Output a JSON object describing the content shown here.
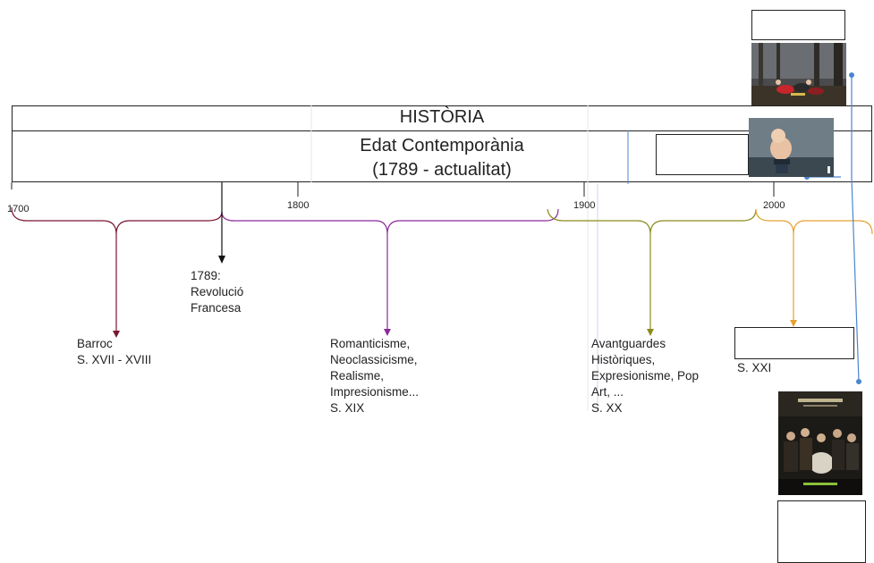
{
  "header": {
    "title": "HISTÒRIA",
    "subtitle_line1": "Edat Contemporània",
    "subtitle_line2": "(1789 - actualitat)"
  },
  "years": [
    "1700",
    "1800",
    "1900",
    "2000"
  ],
  "events": {
    "revolution": [
      "1789:",
      "Revolució",
      "Francesa"
    ]
  },
  "periods": {
    "baroque": [
      "Barroc",
      "S. XVII - XVIII"
    ],
    "nineteenth": [
      "Romanticisme,",
      "Neoclassicisme,",
      "Realisme,",
      "Impresionisme...",
      "S. XIX"
    ],
    "twentieth": [
      "Avantguardes",
      "Històriques,",
      "Expresionisme,  Pop",
      "Art, ...",
      "S. XX"
    ],
    "twentyfirst": [
      "S. XXI"
    ]
  },
  "colors": {
    "baroque": "#7a1530",
    "nineteenth": "#8a2a9a",
    "twentieth": "#8a8a1e",
    "twentyfirst": "#e8a030",
    "connector": "#4a86d0"
  }
}
